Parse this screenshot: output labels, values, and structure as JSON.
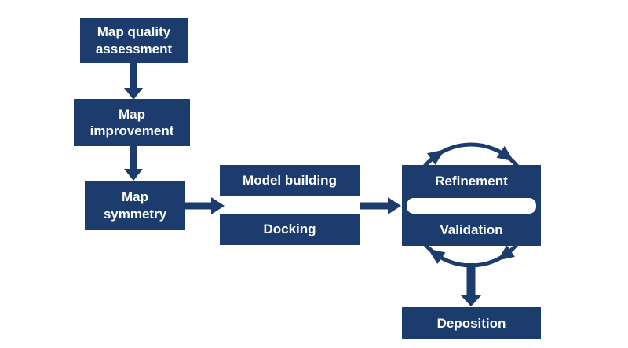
{
  "diagram": {
    "background": "#ffffff",
    "accent": "#1b3c6d",
    "text_color": "#ffffff",
    "nodes": {
      "map_quality": {
        "label": "Map quality assessment"
      },
      "map_improvement": {
        "label": "Map improvement"
      },
      "map_symmetry": {
        "label": "Map symmetry"
      },
      "model_building": {
        "label": "Model building"
      },
      "docking": {
        "label": "Docking"
      },
      "refinement": {
        "label": "Refinement"
      },
      "validation": {
        "label": "Validation"
      },
      "deposition": {
        "label": "Deposition"
      }
    },
    "edges": [
      {
        "from": "map_quality",
        "to": "map_improvement",
        "style": "straight-arrow"
      },
      {
        "from": "map_improvement",
        "to": "map_symmetry",
        "style": "straight-arrow"
      },
      {
        "from": "map_symmetry",
        "to": "model_building + docking",
        "style": "straight-arrow"
      },
      {
        "from": "model_building + docking",
        "to": "refinement + validation",
        "style": "straight-arrow"
      },
      {
        "from": "refinement",
        "to": "validation",
        "style": "clockwise-cycle"
      },
      {
        "from": "refinement + validation",
        "to": "deposition",
        "style": "straight-arrow"
      }
    ]
  }
}
